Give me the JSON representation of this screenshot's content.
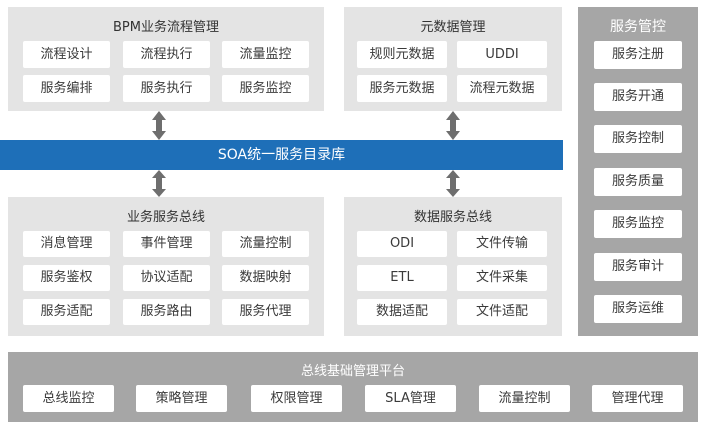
{
  "bpm": {
    "title": "BPM业务流程管理",
    "items": [
      "流程设计",
      "流程执行",
      "流量监控",
      "服务编排",
      "服务执行",
      "服务监控"
    ]
  },
  "meta": {
    "title": "元数据管理",
    "items": [
      "规则元数据",
      "UDDI",
      "服务元数据",
      "流程元数据"
    ]
  },
  "control": {
    "title": "服务管控",
    "items": [
      "服务注册",
      "服务开通",
      "服务控制",
      "服务质量",
      "服务监控",
      "服务审计",
      "服务运维"
    ]
  },
  "directory_bar": "SOA统一服务目录库",
  "business_bus": {
    "title": "业务服务总线",
    "items": [
      "消息管理",
      "事件管理",
      "流量控制",
      "服务鉴权",
      "协议适配",
      "数据映射",
      "服务适配",
      "服务路由",
      "服务代理"
    ]
  },
  "data_bus": {
    "title": "数据服务总线",
    "items": [
      "ODI",
      "文件传输",
      "ETL",
      "文件采集",
      "数据适配",
      "文件适配"
    ]
  },
  "platform": {
    "title": "总线基础管理平台",
    "items": [
      "总线监控",
      "策略管理",
      "权限管理",
      "SLA管理",
      "流量控制",
      "管理代理"
    ]
  },
  "colors": {
    "bar": "#1e6fb8",
    "panel": "#e4e4e4",
    "dark_panel": "#a6a6a6",
    "arrow": "#6e6e6e"
  }
}
